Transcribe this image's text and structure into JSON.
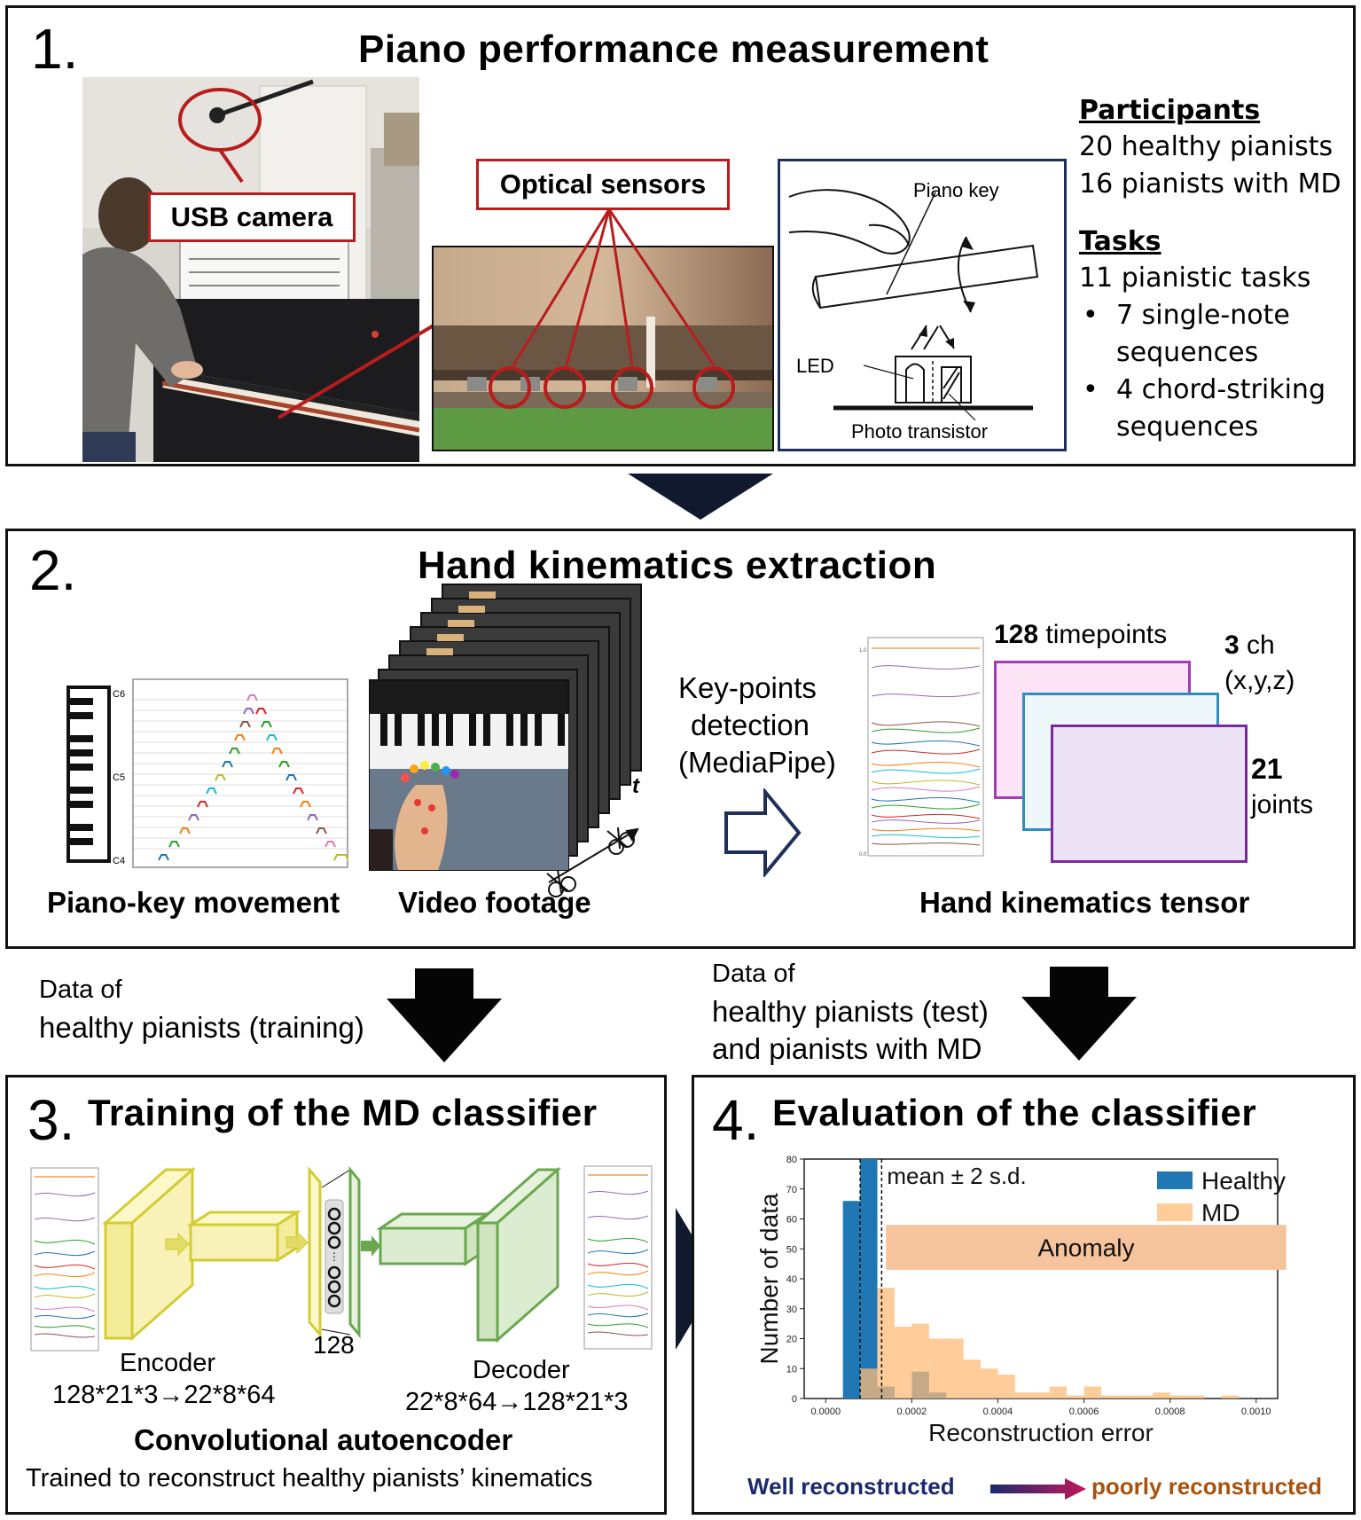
{
  "panel1": {
    "number": "1.",
    "title": "Piano performance measurement",
    "usb_camera": "USB camera",
    "optical_sensors": "Optical sensors",
    "diagram": {
      "piano_key": "Piano key",
      "led": "LED",
      "photo_transistor": "Photo transistor"
    },
    "participants_heading": "Participants",
    "participants": [
      "20 healthy pianists",
      "16 pianists with MD"
    ],
    "tasks_heading": "Tasks",
    "tasks_intro": "11 pianistic tasks",
    "tasks_items": [
      {
        "bullet": "•",
        "line1": "7 single-note",
        "line2": "sequences"
      },
      {
        "bullet": "•",
        "line1": "4 chord-striking",
        "line2": "sequences"
      }
    ]
  },
  "panel2": {
    "number": "2.",
    "title": "Hand kinematics extraction",
    "piano_labels": [
      "C6",
      "C5",
      "C4"
    ],
    "caption_piano": "Piano-key movement",
    "caption_video": "Video footage",
    "t_label": "t",
    "keypoints": [
      "Key-points",
      "detection",
      "(MediaPipe)"
    ],
    "tensor": {
      "timepoints_num": "128",
      "timepoints_label": "timepoints",
      "ch_num": "3",
      "ch_label": "ch",
      "ch_axes": "(x,y,z)",
      "joints_num": "21",
      "joints_label": "joints"
    },
    "caption_tensor": "Hand kinematics tensor"
  },
  "flow": {
    "left_data": [
      "Data of",
      "healthy pianists (training)"
    ],
    "right_data": [
      "Data of",
      "healthy pianists (test)",
      "and pianists with MD"
    ]
  },
  "panel3": {
    "number": "3.",
    "title": "Training of the MD classifier",
    "latent_size": "128",
    "encoder": "Encoder",
    "encoder_dims": "128*21*3→22*8*64",
    "decoder": "Decoder",
    "decoder_dims": "22*8*64→128*21*3",
    "caption": "Convolutional autoencoder",
    "subcaption": "Trained to reconstruct healthy pianists’ kinematics"
  },
  "panel4": {
    "number": "4.",
    "title": "Evaluation of the classifier",
    "well": "Well reconstructed",
    "poorly": "poorly reconstructed"
  },
  "colors": {
    "healthy": "#1f77b4",
    "md": "#ffbb78",
    "anomaly": "#f5c49c",
    "red_frame": "#b81c1c",
    "navy": "#1a2a6c",
    "brown": "#a8520f",
    "encoder": "#d2cc36",
    "decoder": "#6aa84f"
  },
  "chart_data": {
    "type": "bar",
    "xlabel": "Reconstruction error",
    "ylabel": "Number of data",
    "xlim": [
      -5e-05,
      0.00105
    ],
    "ylim": [
      0,
      80
    ],
    "x_tick_labels": [
      "0.0000",
      "0.0002",
      "0.0004",
      "0.0006",
      "0.0008",
      "0.0010"
    ],
    "y_tick_labels": [
      "0",
      "10",
      "20",
      "30",
      "40",
      "50",
      "60",
      "70",
      "80"
    ],
    "bin_width": 4e-05,
    "bin_starts": [
      4e-05,
      8e-05,
      0.00012,
      0.00016,
      0.0002,
      0.00024,
      0.00028,
      0.00032,
      0.00036,
      0.0004,
      0.00044,
      0.00048,
      0.00052,
      0.00056,
      0.0006,
      0.00064,
      0.00068,
      0.00072,
      0.00076,
      0.0008,
      0.00084,
      0.00088,
      0.00092,
      0.00096
    ],
    "series": [
      {
        "name": "Healthy",
        "values": [
          66,
          80,
          4,
          0,
          9,
          2,
          0,
          0,
          0,
          0,
          0,
          0,
          0,
          0,
          0,
          0,
          0,
          0,
          0,
          0,
          0,
          0,
          0,
          0
        ]
      },
      {
        "name": "MD",
        "values": [
          0,
          10,
          37,
          24,
          25,
          20,
          20,
          13,
          10,
          8,
          2,
          2,
          4,
          1,
          4,
          1,
          1,
          1,
          2,
          1,
          1,
          0,
          1,
          0
        ]
      }
    ],
    "threshold_label": "mean ± 2 s.d.",
    "mean_line": 8e-05,
    "threshold_line": 0.00013,
    "anomaly_label": "Anomaly",
    "anomaly_range": {
      "x": [
        0.00014,
        0.00107
      ],
      "y": [
        43,
        58
      ]
    },
    "legend": "top-right"
  }
}
